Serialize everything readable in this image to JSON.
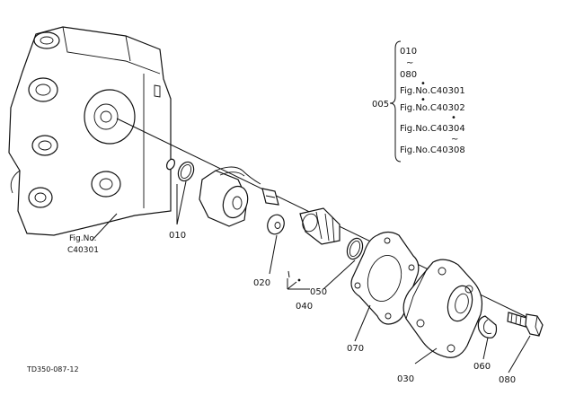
{
  "drawing_code": "TD350-087-12",
  "housing_ref": {
    "line1": "Fig.No.",
    "line2": "C40301"
  },
  "callouts": {
    "p010": "010",
    "p020": "020",
    "p030": "030",
    "p040": "040",
    "p050": "050",
    "p060": "060",
    "p070": "070",
    "p080": "080"
  },
  "assembly": {
    "number": "005",
    "range_start": "010",
    "tilde1": "~",
    "range_end": "080",
    "dot1": "•",
    "ref1": "Fig.No.C40301",
    "dot2": "•",
    "ref2": "Fig.No.C40302",
    "dot3": "•",
    "ref3": "Fig.No.C40304",
    "tilde2": "~",
    "ref4": "Fig.No.C40308"
  }
}
